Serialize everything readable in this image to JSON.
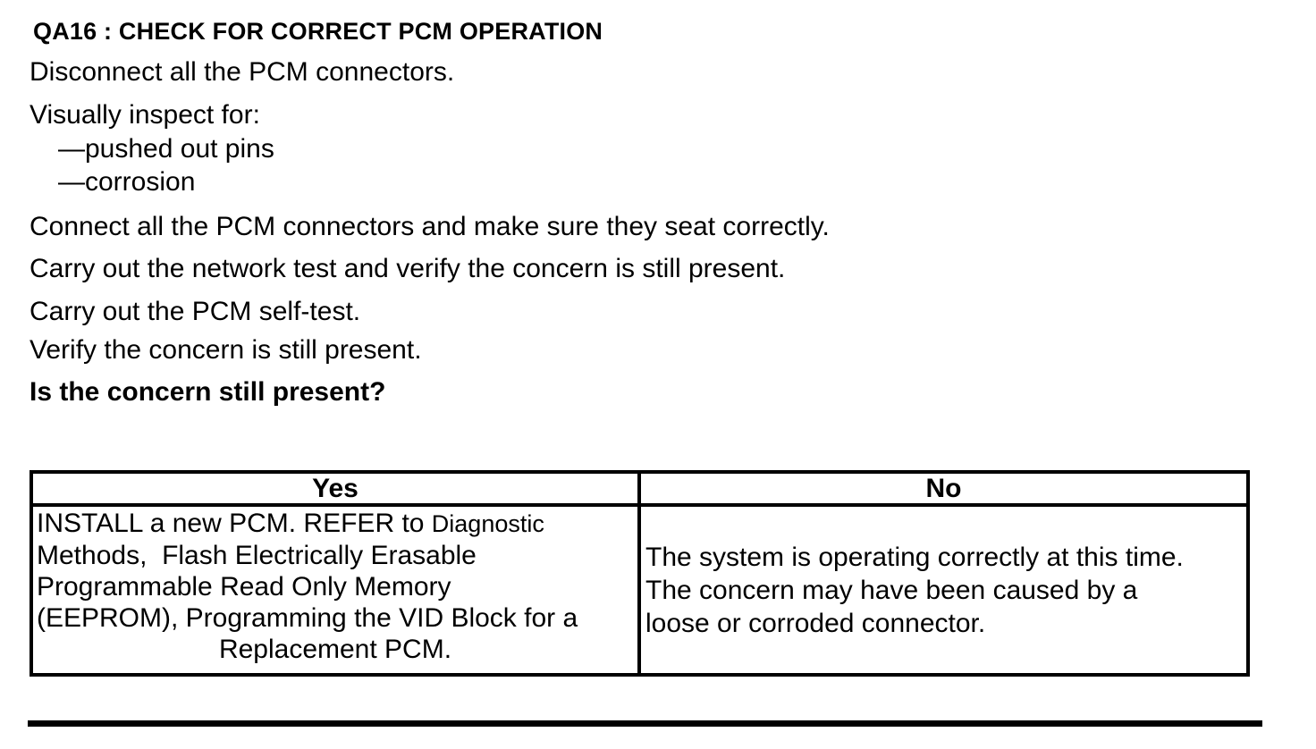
{
  "page": {
    "background": "#ffffff",
    "text_color": "#000000"
  },
  "heading": "QA16 : CHECK FOR CORRECT PCM OPERATION",
  "steps": [
    {
      "text": "Disconnect all the PCM connectors."
    },
    {
      "text": "Visually inspect for:"
    },
    {
      "text": "—pushed out pins"
    },
    {
      "text": "—corrosion"
    },
    {
      "text": "Connect all the PCM connectors and make sure they seat correctly."
    },
    {
      "text": "Carry out the network test and verify the concern is still present."
    },
    {
      "text": "Carry out the PCM self-test."
    },
    {
      "text": "Verify the concern is still present."
    },
    {
      "text": "Is the concern still present?"
    }
  ],
  "result_table": {
    "headers": {
      "yes": "Yes",
      "no": "No"
    },
    "yes_cell": {
      "line1_normal": "INSTALL a new PCM. REFER to ",
      "line1_ref": "Diagnostic",
      "line2": "Methods,  Flash Electrically Erasable",
      "line3": "Programmable Read Only Memory",
      "line4": "(EEPROM), Programming the VID Block for a",
      "line5": "Replacement PCM."
    },
    "no_cell": {
      "line1": "The system is operating correctly at this time.",
      "line2": "The concern may have been caused by a",
      "line3": "loose or corroded connector."
    }
  }
}
